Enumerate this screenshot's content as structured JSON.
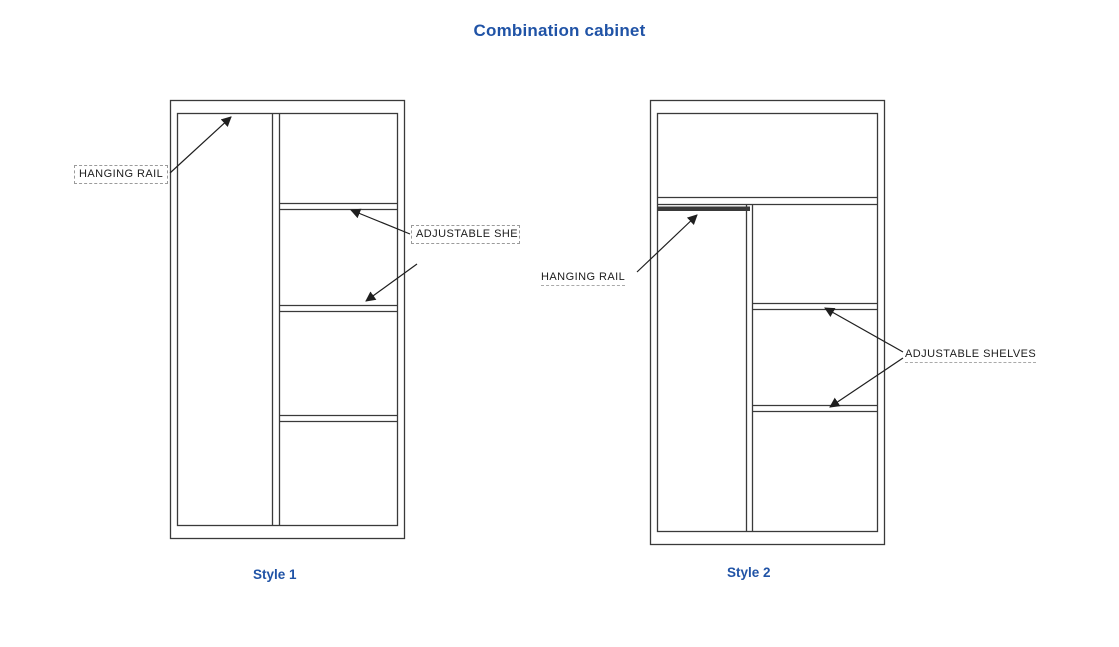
{
  "title": "Combination cabinet",
  "colors": {
    "accent_blue": "#2053A6",
    "line": "#3a3a3a"
  },
  "diagrams": {
    "style1": {
      "caption": "Style 1",
      "hanging_rail_label": "HANGING RAIL",
      "adjustable_shelves_label": "ADJUSTABLE SHE"
    },
    "style2": {
      "caption": "Style 2",
      "hanging_rail_label": "HANGING RAIL",
      "adjustable_shelves_label": "ADJUSTABLE SHELVES"
    }
  }
}
